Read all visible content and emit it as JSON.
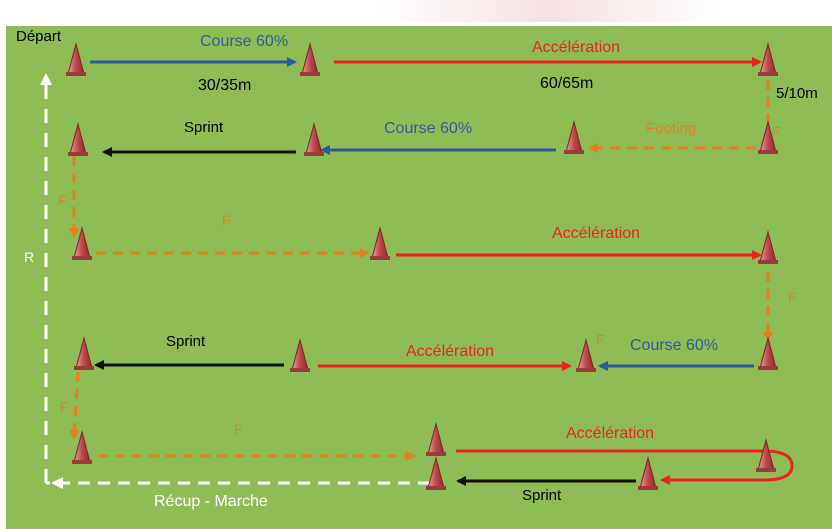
{
  "diagram": {
    "depart": "Départ",
    "course60": "Course 60%",
    "dist_course": "30/35m",
    "acceleration": "Accélération",
    "dist_accel": "60/65m",
    "dist_side": "5/10m",
    "footing": "Footing",
    "sprint": "Sprint",
    "f": "F",
    "r": "R",
    "recup": "Récup - Marche"
  },
  "colors": {
    "field": "#8fbd55",
    "course": "#2b5b9a",
    "acceleration": "#e8231f",
    "sprint": "#111111",
    "footing": "#e87e22",
    "recup": "#ffffff"
  }
}
